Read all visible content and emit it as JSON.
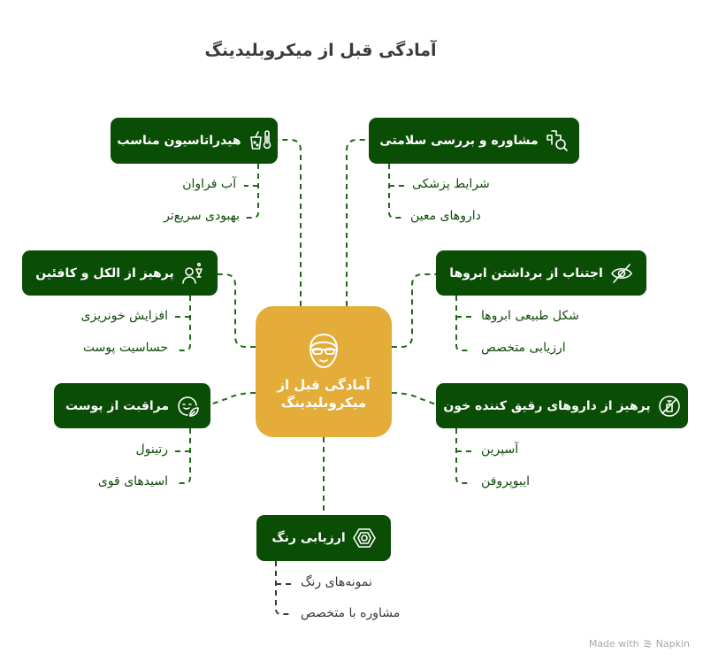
{
  "title": "آمادگی قبل از میکروبلیدینگ",
  "colors": {
    "node_bg": "#0a4d05",
    "center_bg": "#e4ac39",
    "connector": "#1f6a14",
    "connector_gray": "#3a3a3a"
  },
  "center": {
    "line1": "آمادگی قبل از",
    "line2": "میکروبلیدینگ",
    "icon": "face-with-glasses-icon"
  },
  "nodes": [
    {
      "label": "هیدراتاسیون مناسب",
      "icon": "water-glass-thermometer-icon",
      "leaves": [
        "آب فراوان",
        "بهبودی سریع‌تر"
      ]
    },
    {
      "label": "مشاوره و بررسی سلامتی",
      "icon": "medical-cross-search-icon",
      "leaves": [
        "شرایط پزشکی",
        "داروهای معین"
      ]
    },
    {
      "label": "پرهیز از الکل و کافئین",
      "icon": "person-drink-icon",
      "leaves": [
        "افزایش خونریزی",
        "حساسیت پوست"
      ]
    },
    {
      "label": "اجتناب از برداشتن ابروها",
      "icon": "eye-off-icon",
      "leaves": [
        "شکل طبیعی ابروها",
        "ارزیابی متخصص"
      ]
    },
    {
      "label": "مراقبت از پوست",
      "icon": "face-leaf-icon",
      "leaves": [
        "رتینول",
        "اسیدهای قوی"
      ]
    },
    {
      "label": "پرهیز از داروهای رقیق کننده خون",
      "icon": "no-medicine-icon",
      "leaves": [
        "آسپرین",
        "ایبوپروفن"
      ]
    },
    {
      "label": "ارزیابی رنگ",
      "icon": "hexagon-nut-icon",
      "leaves": [
        "نمونه‌های رنگ",
        "مشاوره با متخصص"
      ]
    }
  ],
  "footer": {
    "made_with": "Made with",
    "brand": "Napkin"
  }
}
